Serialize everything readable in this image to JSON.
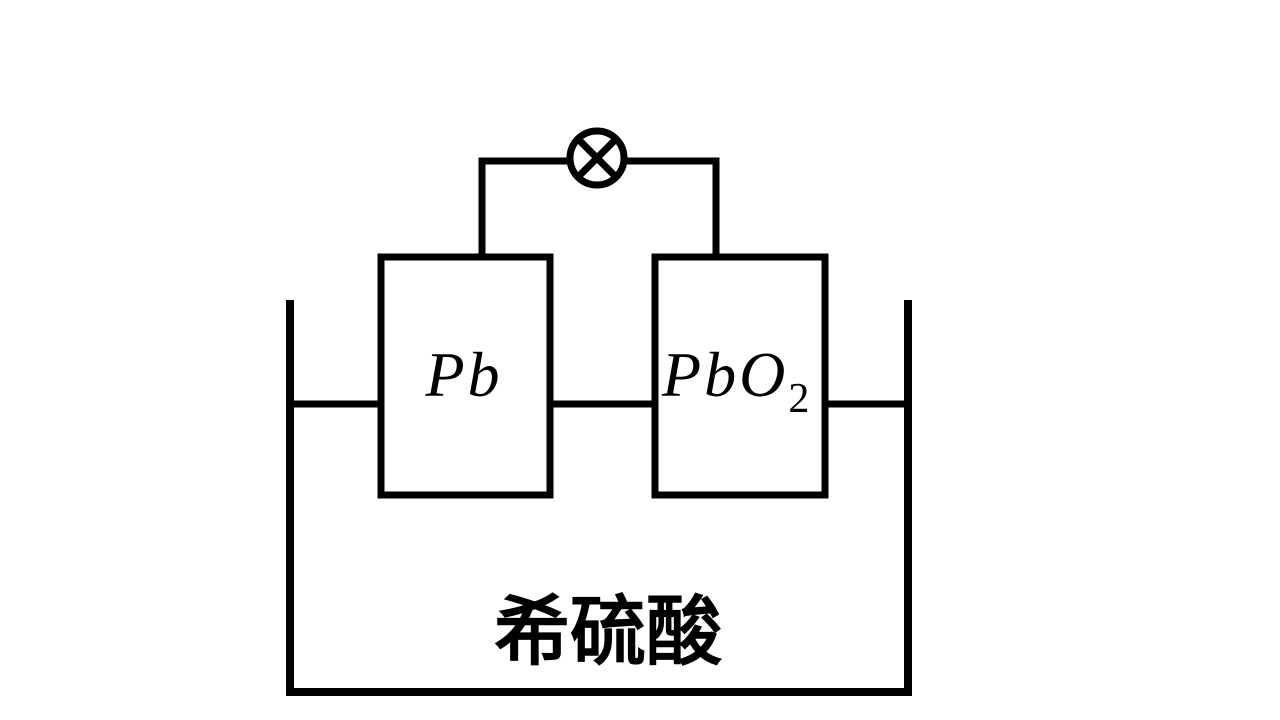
{
  "diagram": {
    "background_color": "#ffffff",
    "line_color": "#000000",
    "lamp": {
      "icon": "circled-x-lamp"
    },
    "electrodes": {
      "left": {
        "label": "Pb"
      },
      "right": {
        "label_main": "PbO",
        "label_sub": "2"
      }
    },
    "solution": {
      "label": "希硫酸"
    }
  }
}
